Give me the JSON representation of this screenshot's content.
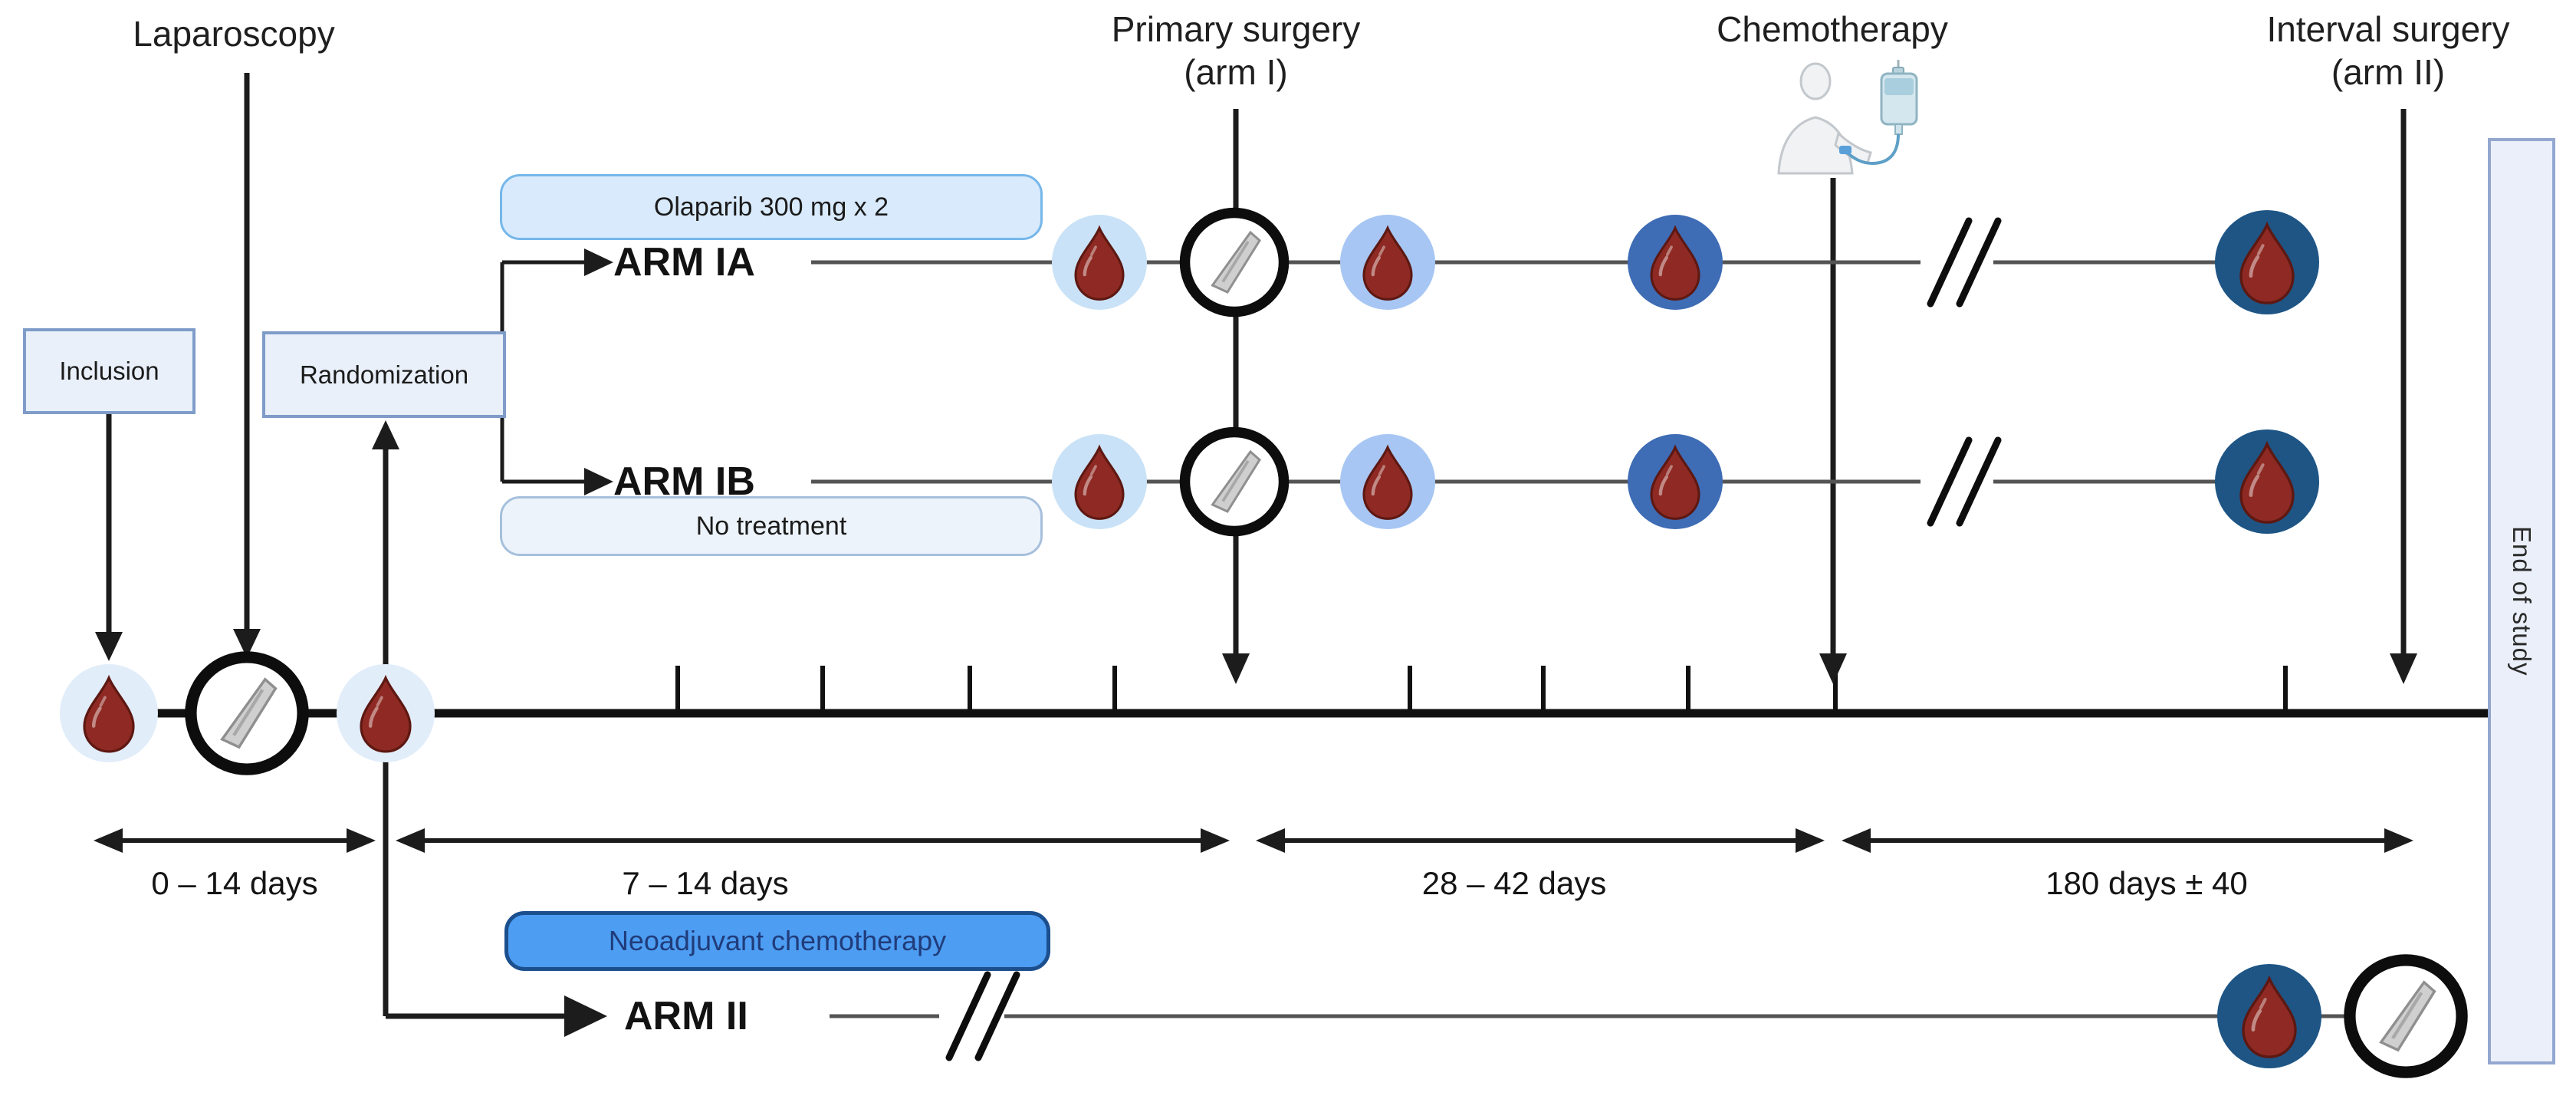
{
  "top_labels": {
    "laparoscopy": "Laparoscopy",
    "primary_surgery_line1": "Primary surgery",
    "primary_surgery_line2": "(arm I)",
    "chemotherapy": "Chemotherapy",
    "interval_surgery_line1": "Interval surgery",
    "interval_surgery_line2": "(arm II)"
  },
  "boxes": {
    "inclusion": "Inclusion",
    "randomization": "Randomization",
    "olaparib": "Olaparib 300 mg x 2",
    "no_treatment": "No treatment",
    "neoadjuvant": "Neoadjuvant chemotherapy",
    "end_of_study": "End of study"
  },
  "arms": {
    "arm_ia": "ARM IA",
    "arm_ib": "ARM IB",
    "arm_ii": "ARM II"
  },
  "timeline": {
    "intervals": [
      {
        "label": "0 – 14 days"
      },
      {
        "label": "7 – 14 days"
      },
      {
        "label": "28 – 42 days"
      },
      {
        "label": "180 days ± 40"
      }
    ]
  },
  "icons": {
    "blood_sample": "blood-drop in circle",
    "surgery": "scalpel in circle",
    "chemotherapy": "patient receiving IV infusion"
  },
  "colors": {
    "blood": "#8e2a23",
    "blood_stroke": "#5d1812",
    "sample_pale": "#e2edfa",
    "sample_light": "#c9e2f7",
    "sample_medium": "#a7c6f3",
    "sample_royal": "#3e6cb5",
    "sample_navy": "#1e5585",
    "box_fill": "#e9f0fa",
    "box_border": "#7f9cc9",
    "olaparib_fill": "#d8eafc",
    "olaparib_border": "#76b7ea",
    "neutral_fill": "#edf3fa",
    "neutral_border": "#a6c0dc",
    "neoadjuvant_fill": "#4d9df3",
    "neoadjuvant_border": "#1c4f8e",
    "neoadjuvant_text": "#203c7a",
    "endstudy_fill": "#eaeff9",
    "endstudy_border": "#93a7cf",
    "line_dark": "#1c1c1c",
    "line_gray": "#545454"
  }
}
